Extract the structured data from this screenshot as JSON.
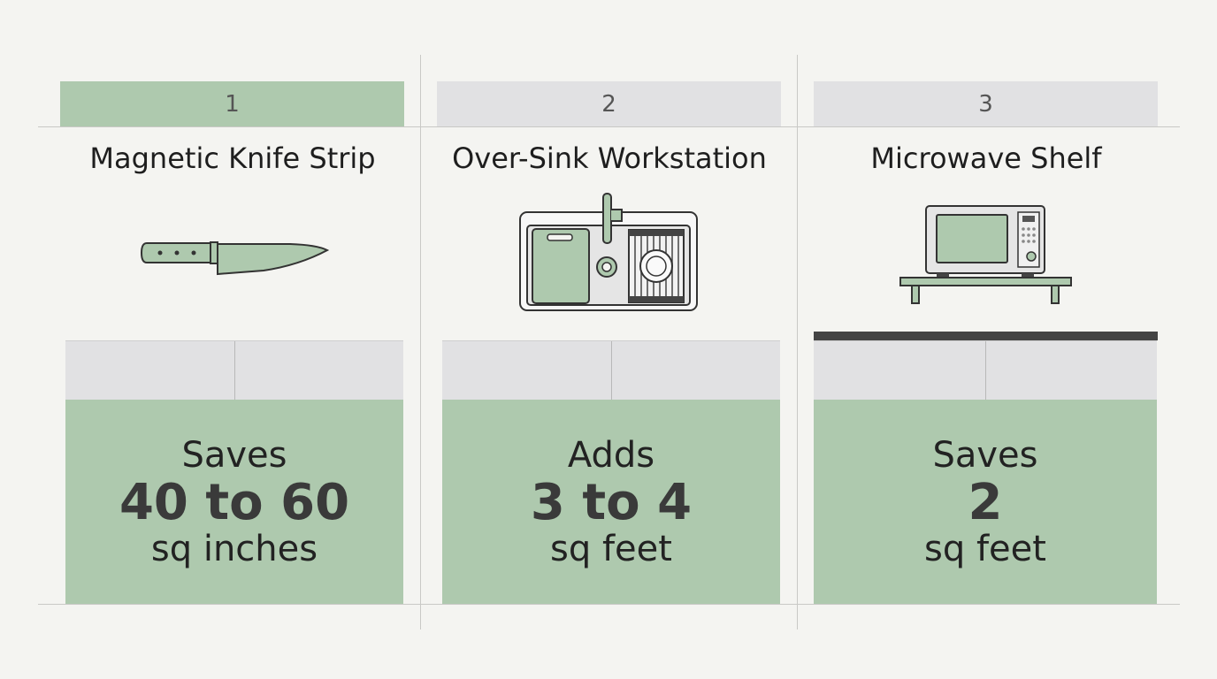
{
  "colors": {
    "accent": "#aec9ae",
    "neutral": "#e1e1e3",
    "dark": "#444444"
  },
  "items": [
    {
      "number": "1",
      "title": "Magnetic Knife Strip",
      "icon": "knife-icon",
      "verb": "Saves",
      "amount": "40 to 60",
      "unit": "sq inches"
    },
    {
      "number": "2",
      "title": "Over-Sink Workstation",
      "icon": "sink-icon",
      "verb": "Adds",
      "amount": "3 to 4",
      "unit": "sq feet"
    },
    {
      "number": "3",
      "title": "Microwave Shelf",
      "icon": "microwave-shelf-icon",
      "verb": "Saves",
      "amount": "2",
      "unit": "sq feet"
    }
  ]
}
